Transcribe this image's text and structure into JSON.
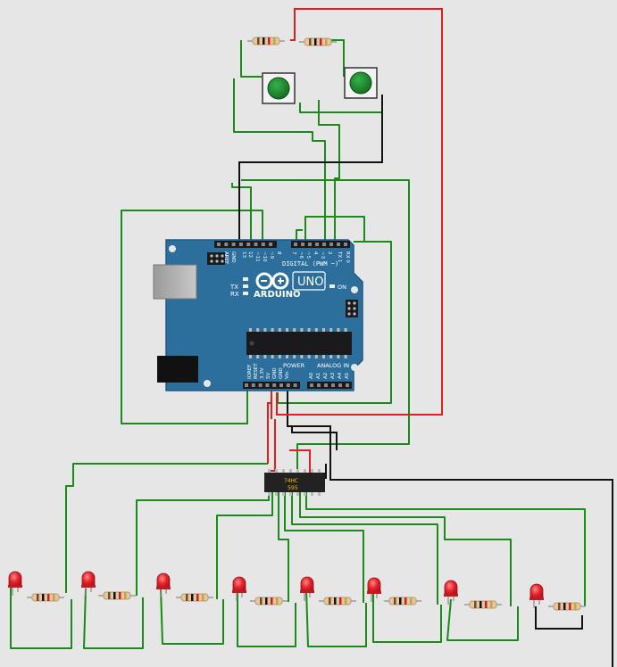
{
  "colors": {
    "background": "#e6e6e6",
    "wire_green": "#1a8a1a",
    "wire_red": "#e11d1d",
    "wire_black": "#111111",
    "board": "#2c6e9c",
    "board_edge": "#1f5a85",
    "button_green": "#1f8a2c",
    "led_red": "#e8242c",
    "chip": "#222222",
    "chip_text": "#e8c200"
  },
  "board": {
    "label_digital": "DIGITAL (PWM ~)",
    "label_brand": "ARDUINO",
    "label_model": "UNO",
    "label_on": "ON",
    "label_tx": "TX",
    "label_rx": "RX",
    "label_power": "POWER",
    "label_analog": "ANALOG IN",
    "top_pins": [
      "AREF",
      "GND",
      "13",
      "12",
      "~11",
      "~10",
      "~9",
      "8",
      "7",
      "~6",
      "~5",
      "4",
      "~3",
      "2",
      "TX 1",
      "RX 0"
    ],
    "power_pins": [
      "IOREF",
      "RESET",
      "3.3V",
      "5V",
      "GND",
      "GND",
      "Vin"
    ],
    "analog_pins": [
      "A0",
      "A1",
      "A2",
      "A3",
      "A4",
      "A5"
    ]
  },
  "shift_register": {
    "line1": "74HC",
    "line2": "595"
  },
  "components": {
    "leds": 8,
    "resistors": 10,
    "buttons": 2
  }
}
